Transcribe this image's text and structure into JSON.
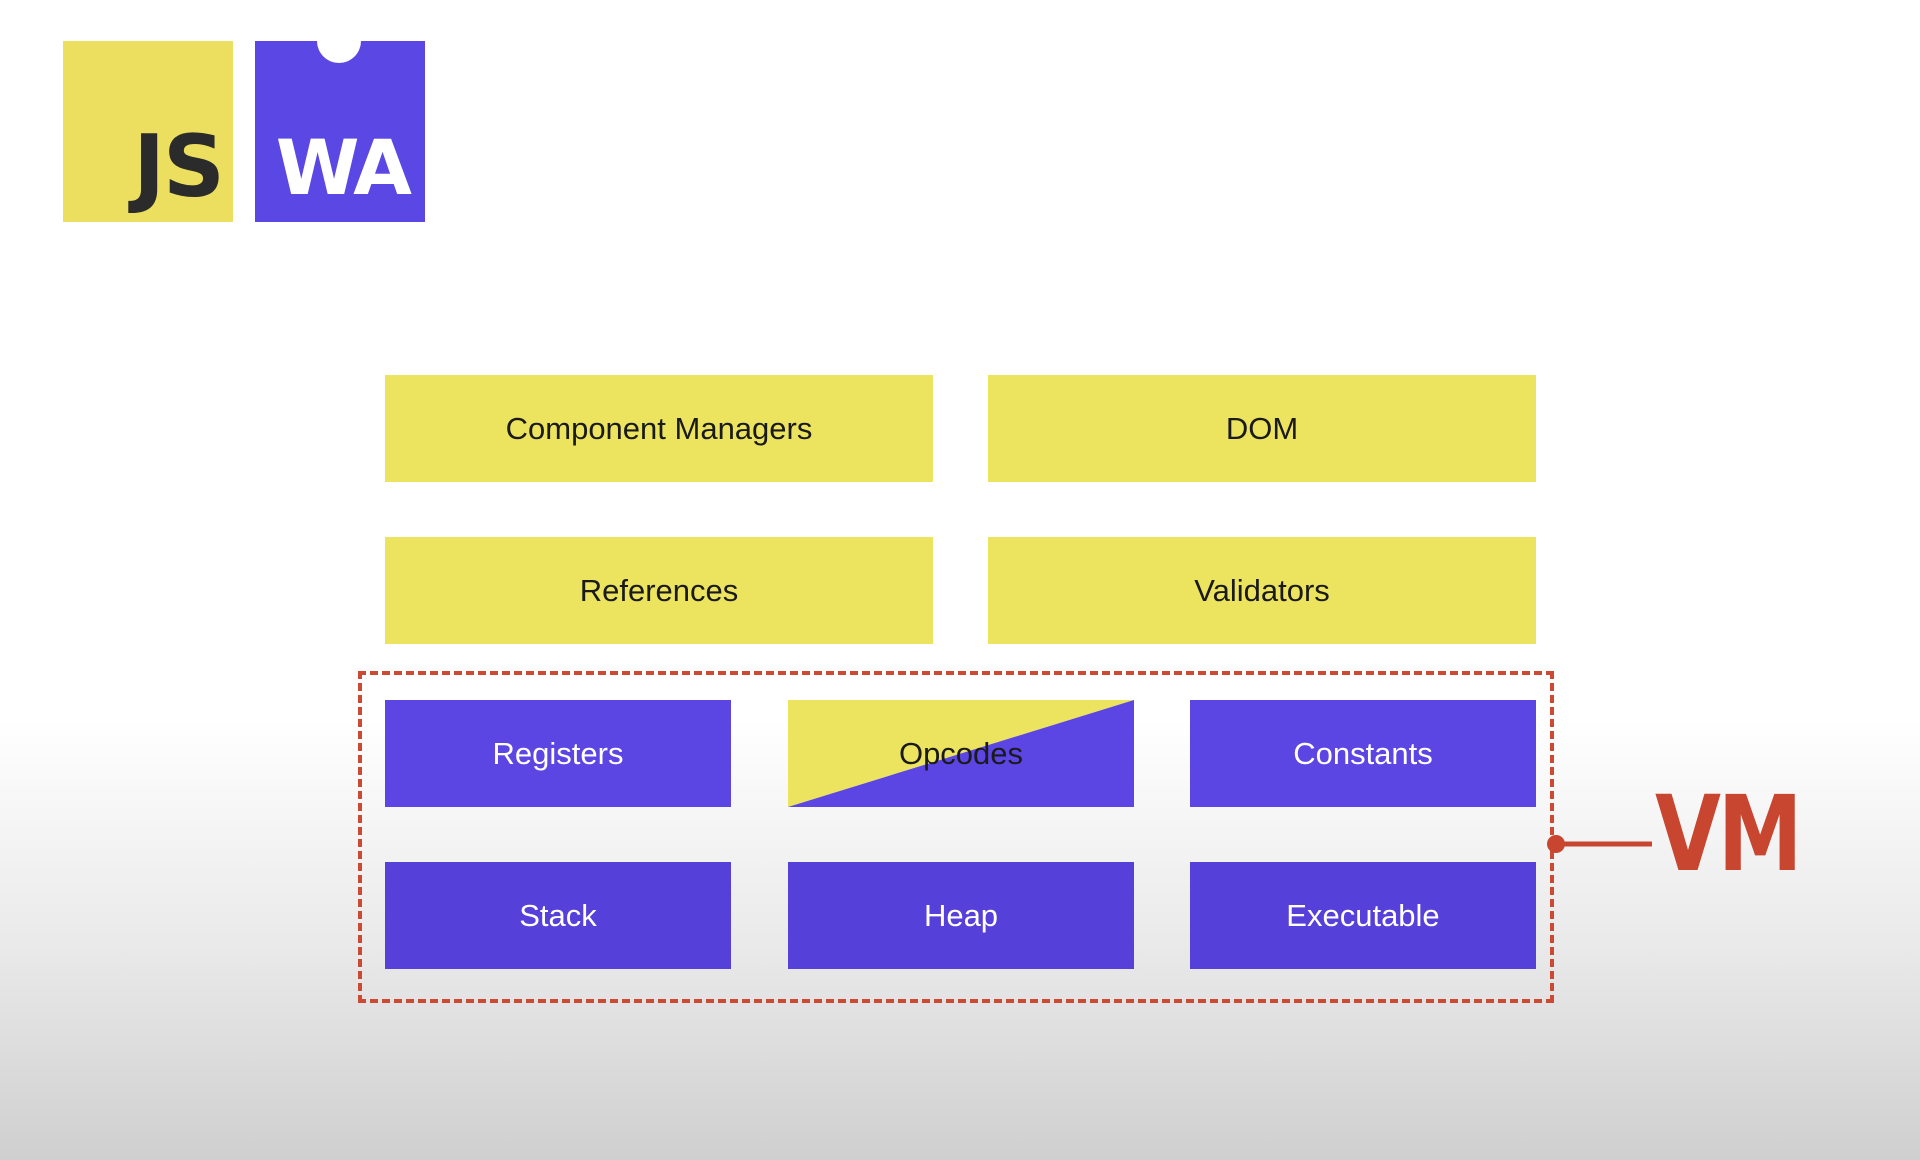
{
  "logos": {
    "js": "JS",
    "wa": "WA"
  },
  "top_rows": [
    {
      "label": "Component Managers"
    },
    {
      "label": "DOM"
    },
    {
      "label": "References"
    },
    {
      "label": "Validators"
    }
  ],
  "vm": {
    "label": "VM",
    "items": [
      {
        "label": "Registers"
      },
      {
        "label": "Opcodes"
      },
      {
        "label": "Constants"
      },
      {
        "label": "Stack"
      },
      {
        "label": "Heap"
      },
      {
        "label": "Executable"
      }
    ]
  },
  "colors": {
    "yellow": "#ece35f",
    "purple": "#5b46e4",
    "vm_red": "#cc4a33"
  }
}
